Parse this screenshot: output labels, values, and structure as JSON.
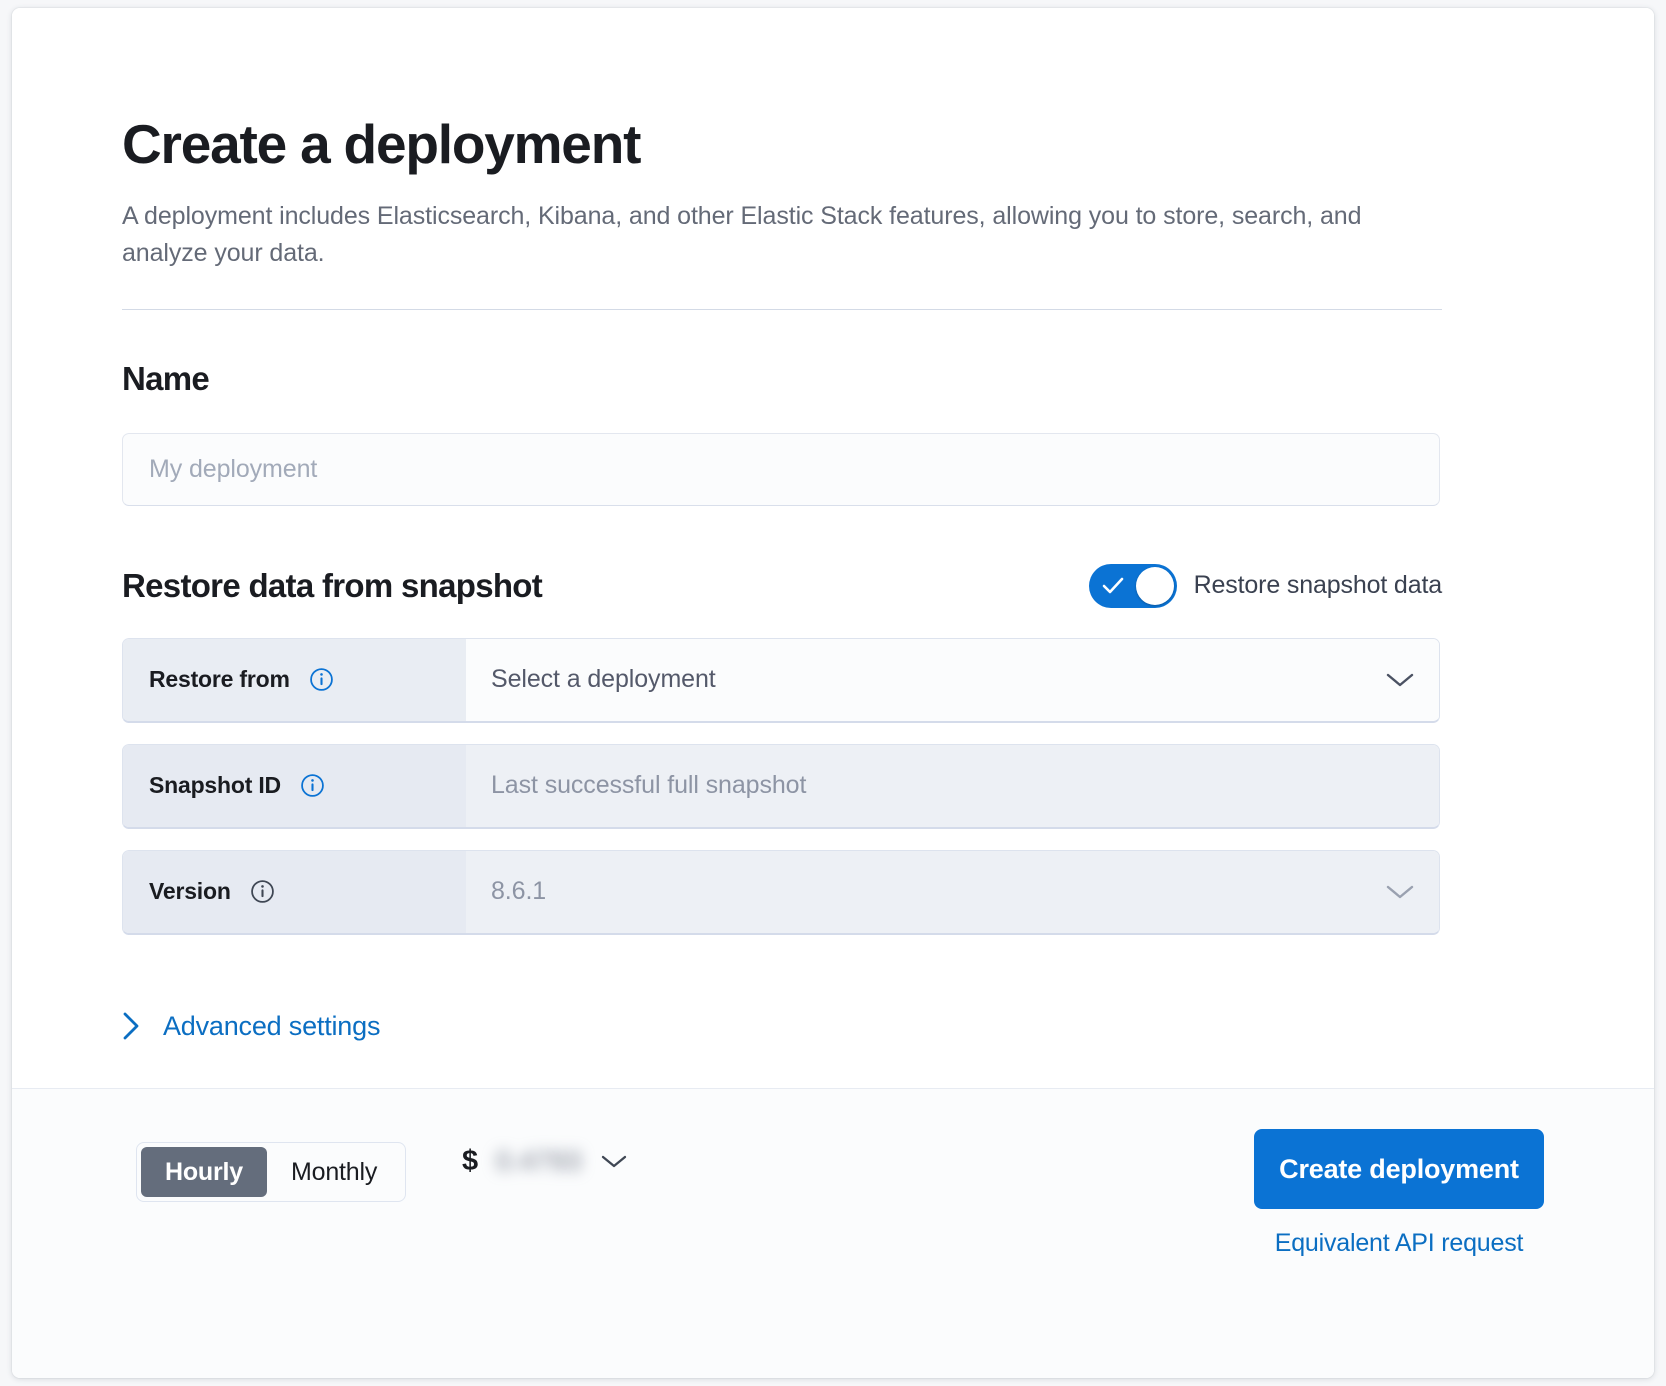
{
  "header": {
    "title": "Create a deployment",
    "description": "A deployment includes Elasticsearch, Kibana, and other Elastic Stack features, allowing you to store, search, and analyze your data."
  },
  "name_section": {
    "title": "Name",
    "placeholder": "My deployment",
    "value": ""
  },
  "restore_section": {
    "title": "Restore data from snapshot",
    "toggle_label": "Restore snapshot data",
    "toggle_on": true,
    "rows": [
      {
        "label": "Restore from",
        "value": "Select a deployment",
        "info_icon": "info-circle-icon",
        "control": "chevron-down-icon",
        "disabled": false
      },
      {
        "label": "Snapshot ID",
        "value": "Last successful full snapshot",
        "info_icon": "info-circle-icon",
        "control": "none",
        "disabled": true
      },
      {
        "label": "Version",
        "value": "8.6.1",
        "info_icon": "info-circle-icon",
        "control": "chevron-down-icon",
        "disabled": true
      }
    ],
    "advanced_label": "Advanced settings",
    "advanced_icon": "chevron-right-icon"
  },
  "footer": {
    "billing_options": [
      "Hourly",
      "Monthly"
    ],
    "billing_selected": "Hourly",
    "price_currency": "$",
    "price_amount": "0.4793",
    "price_chevron": "chevron-down-icon",
    "cta_label": "Create deployment",
    "api_link_label": "Equivalent API request"
  },
  "colors": {
    "accent_blue": "#0b73d4",
    "link_blue": "#0b6ec2",
    "label_bg": "#e9edf3",
    "disabled_bg": "#edf0f5",
    "text_dark": "#1a1c21",
    "text_muted": "#646a77",
    "segment_active": "#646d7c"
  }
}
